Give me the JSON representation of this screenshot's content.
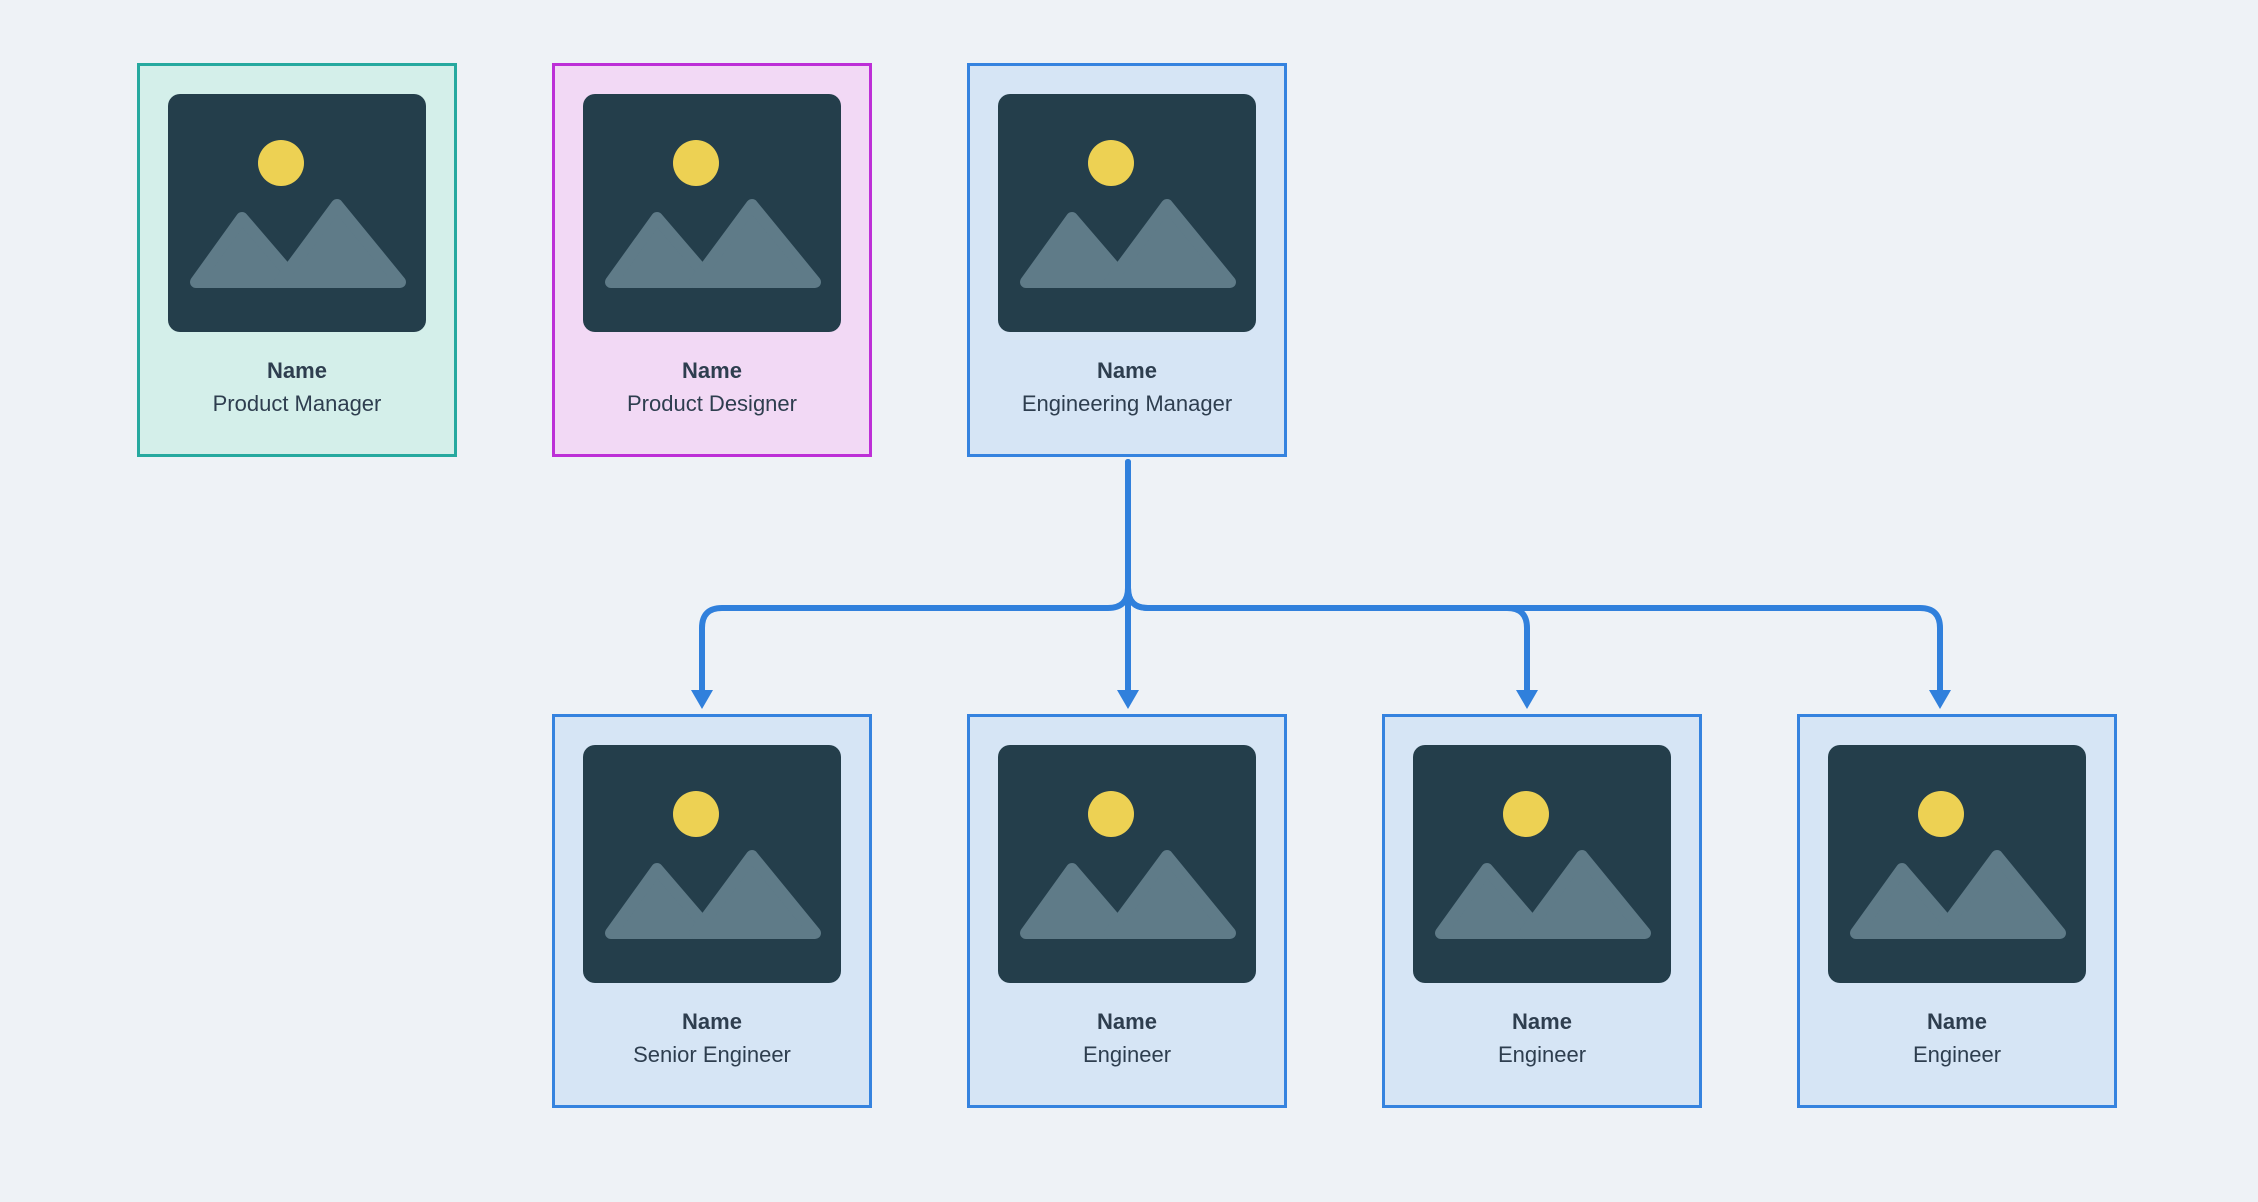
{
  "theme": {
    "background": "#EEF2F6",
    "text": "#2E3E4F",
    "placeholder_bg": "#243E4B",
    "sun": "#EDD153",
    "mountain": "#5F7B88",
    "connector": "#3080DC",
    "teal_border": "#26A99F",
    "teal_fill": "#D4EFEA",
    "magenta_border": "#BD2FD7",
    "magenta_fill": "#F2D9F5",
    "blue_border": "#3583DF",
    "blue_fill": "#D6E5F5"
  },
  "icons": {
    "photo_placeholder": "image-placeholder-with-sun-and-mountains",
    "arrowhead": "down-arrowhead"
  },
  "diagram": {
    "type": "org-chart",
    "nodes": [
      {
        "id": "product-manager",
        "name": "Name",
        "role": "Product Manager",
        "colors": {
          "border": "#26A99F",
          "fill": "#D4EFEA"
        }
      },
      {
        "id": "product-designer",
        "name": "Name",
        "role": "Product Designer",
        "colors": {
          "border": "#BD2FD7",
          "fill": "#F2D9F5"
        }
      },
      {
        "id": "engineering-manager",
        "name": "Name",
        "role": "Engineering Manager",
        "colors": {
          "border": "#3583DF",
          "fill": "#D6E5F5"
        }
      },
      {
        "id": "senior-engineer",
        "name": "Name",
        "role": "Senior Engineer",
        "colors": {
          "border": "#3583DF",
          "fill": "#D6E5F5"
        }
      },
      {
        "id": "engineer-1",
        "name": "Name",
        "role": "Engineer",
        "colors": {
          "border": "#3583DF",
          "fill": "#D6E5F5"
        }
      },
      {
        "id": "engineer-2",
        "name": "Name",
        "role": "Engineer",
        "colors": {
          "border": "#3583DF",
          "fill": "#D6E5F5"
        }
      },
      {
        "id": "engineer-3",
        "name": "Name",
        "role": "Engineer",
        "colors": {
          "border": "#3583DF",
          "fill": "#D6E5F5"
        }
      }
    ],
    "edges": [
      {
        "from": "engineering-manager",
        "to": "senior-engineer"
      },
      {
        "from": "engineering-manager",
        "to": "engineer-1"
      },
      {
        "from": "engineering-manager",
        "to": "engineer-2"
      },
      {
        "from": "engineering-manager",
        "to": "engineer-3"
      }
    ]
  }
}
